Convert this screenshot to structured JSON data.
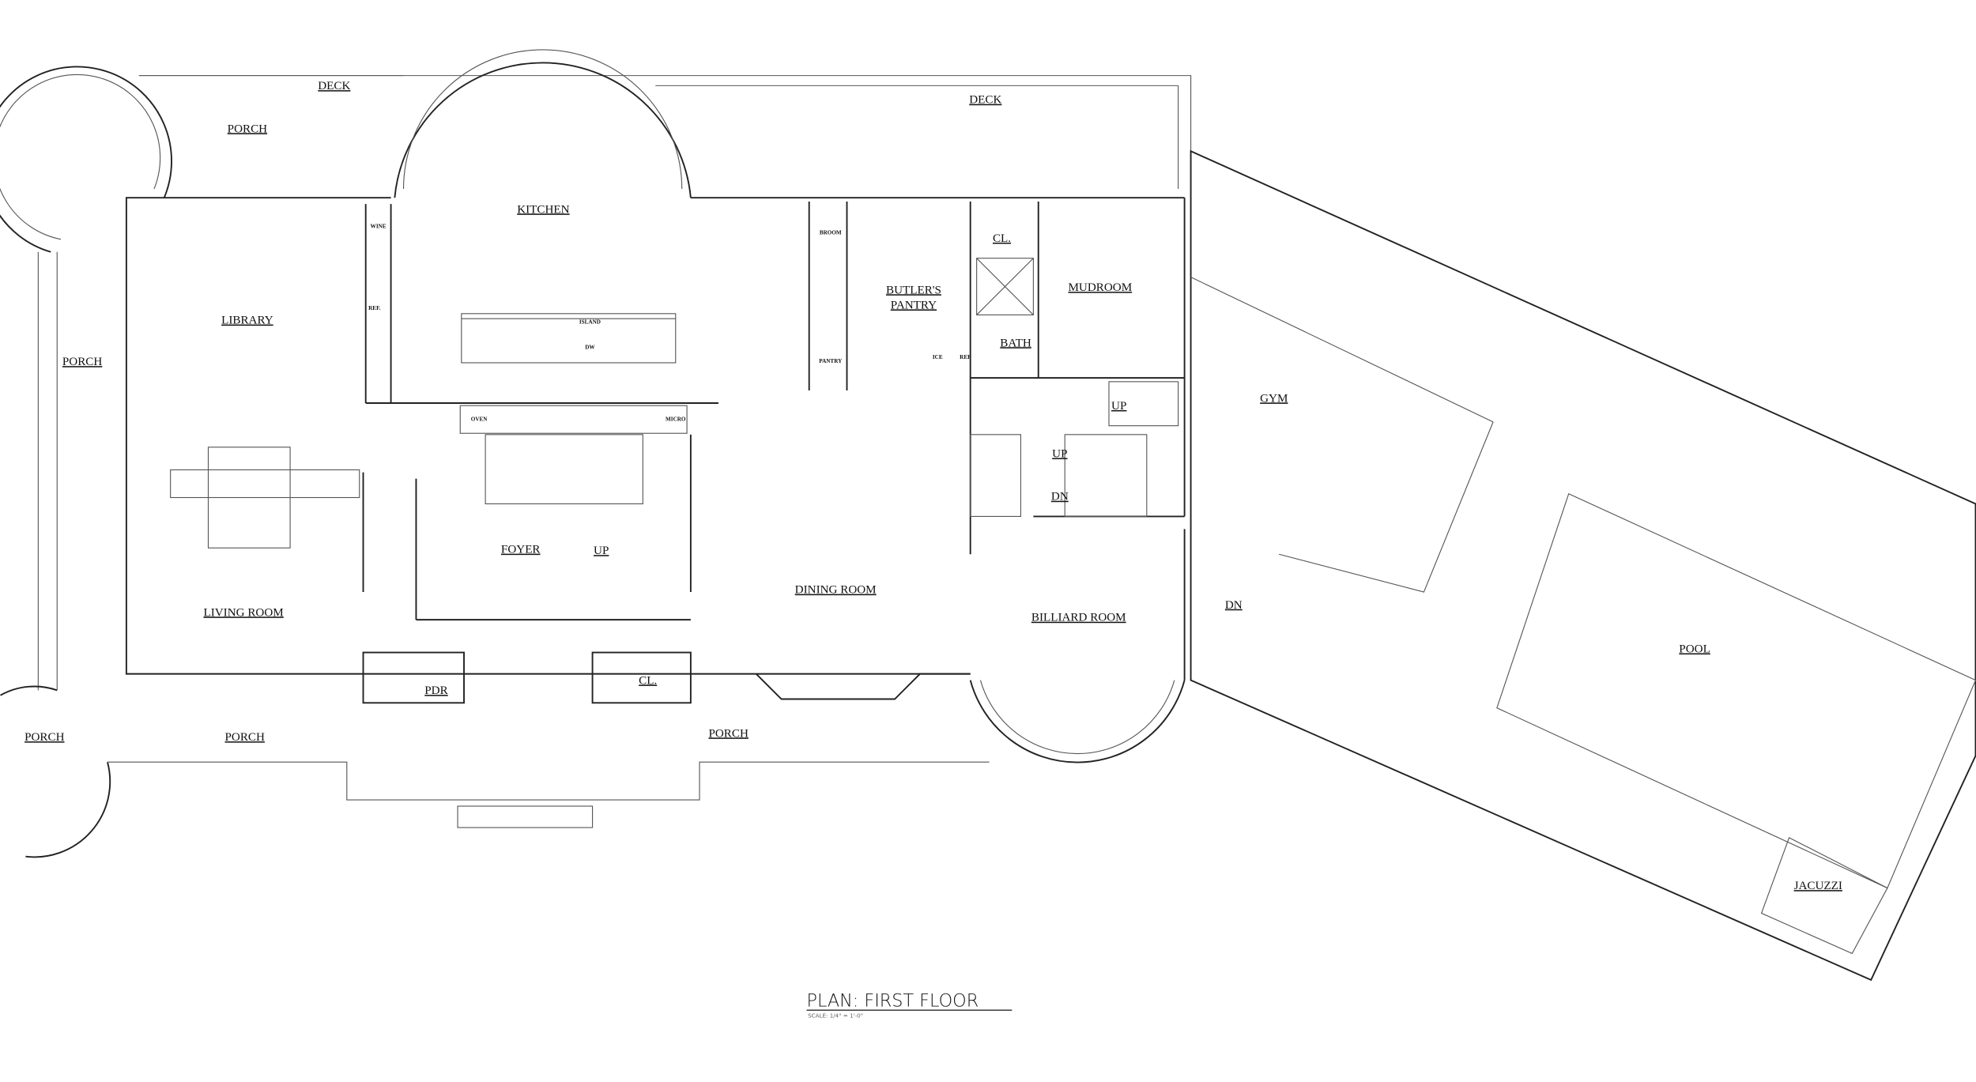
{
  "title": "PLAN: FIRST FLOOR",
  "scale": "SCALE: 1/4\" = 1'-0\"",
  "rooms": {
    "deck_left": "DECK",
    "porch_top": "PORCH",
    "deck_right": "DECK",
    "kitchen": "KITCHEN",
    "library": "LIBRARY",
    "porch_left": "PORCH",
    "butlers_pantry_1": "BUTLER'S",
    "butlers_pantry_2": "PANTRY",
    "closet_top": "CL.",
    "mudroom": "MUDROOM",
    "bath": "BATH",
    "gym": "GYM",
    "foyer": "FOYER",
    "dining_room": "DINING ROOM",
    "living_room": "LIVING ROOM",
    "billiard_room": "BILLIARD ROOM",
    "pool": "POOL",
    "pdr": "PDR",
    "closet_front": "CL.",
    "porch_corner": "PORCH",
    "porch_front_left": "PORCH",
    "porch_front": "PORCH",
    "jacuzzi": "JACUZZI"
  },
  "stairs": {
    "up_back": "UP",
    "up_mid": "UP",
    "dn_mid": "DN",
    "up_foyer": "UP",
    "dn_billiard": "DN"
  },
  "fixtures": {
    "wine": "WINE",
    "ref": "REF.",
    "island": "ISLAND",
    "dw": "DW",
    "oven": "OVEN",
    "micro": "MICRO",
    "broom": "BROOM",
    "pantry": "PANTRY",
    "ice": "ICE",
    "ref2": "REF"
  }
}
